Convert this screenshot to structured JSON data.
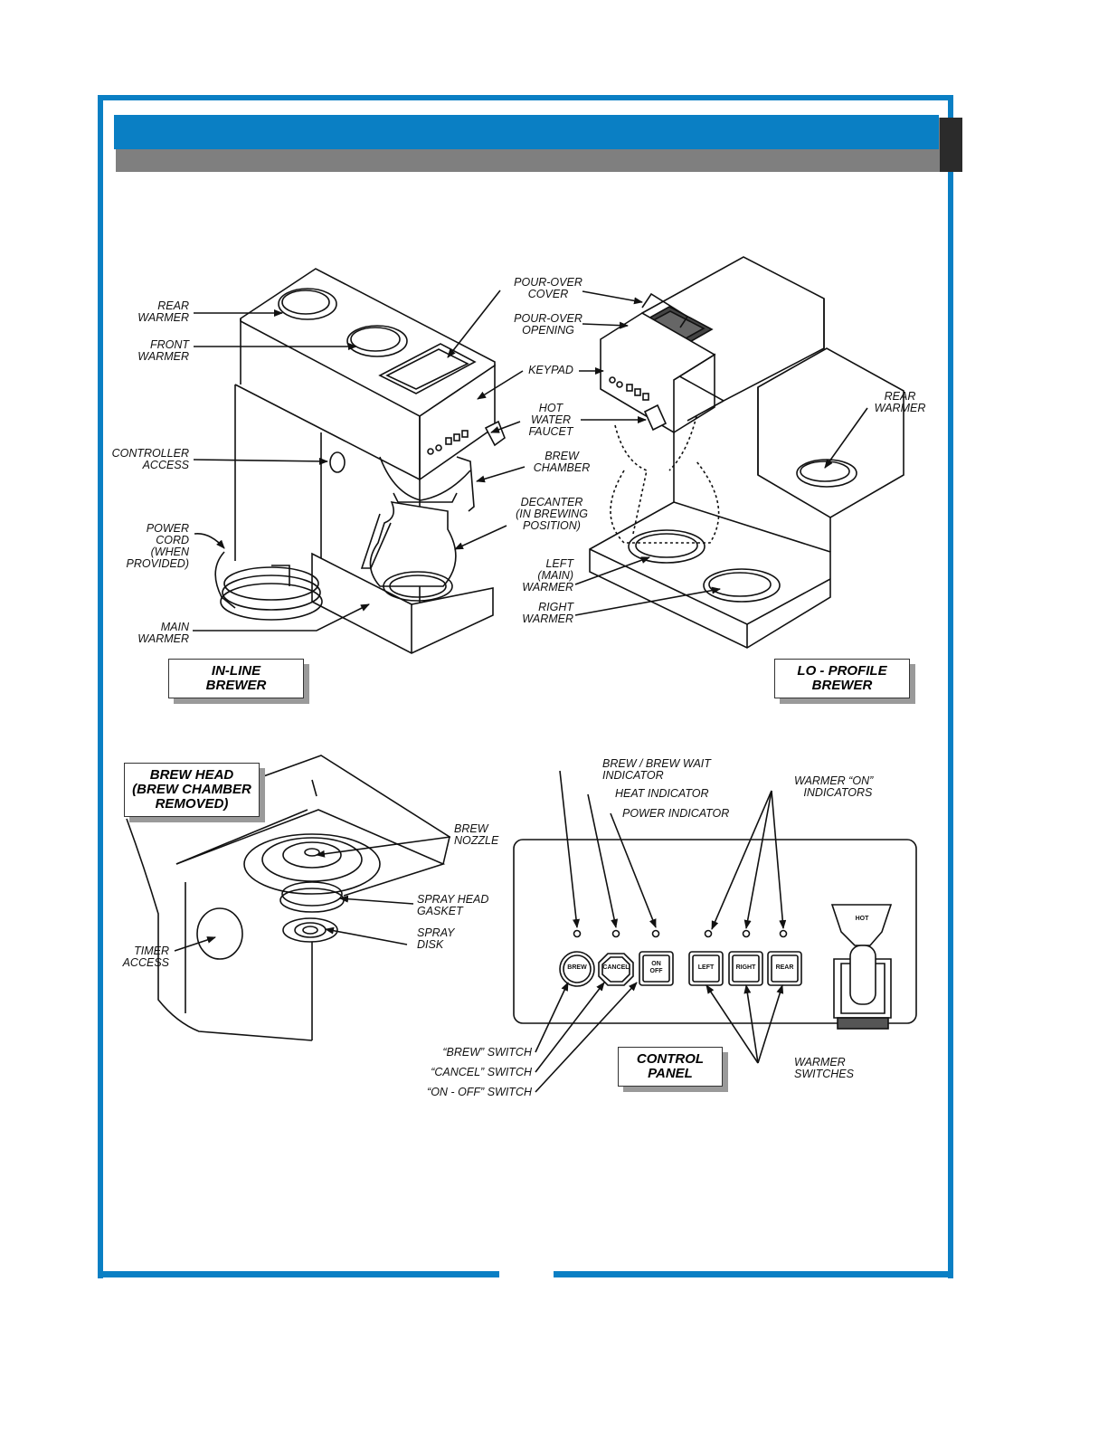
{
  "inline_labels": {
    "rear_warmer": "REAR\nWARMER",
    "front_warmer": "FRONT\nWARMER",
    "controller_access": "CONTROLLER\nACCESS",
    "power_cord": "POWER\nCORD\n(WHEN\nPROVIDED)",
    "main_warmer": "MAIN\nWARMER",
    "pour_over_cover": "POUR-OVER\nCOVER",
    "pour_over_opening": "POUR-OVER\nOPENING",
    "keypad": "KEYPAD",
    "hot_water_faucet": "HOT\nWATER\nFAUCET",
    "brew_chamber": "BREW\nCHAMBER",
    "decanter": "DECANTER\n(IN BREWING\nPOSITION)"
  },
  "loprofile_labels": {
    "rear_warmer": "REAR\nWARMER",
    "left_warmer": "LEFT\n(MAIN)\nWARMER",
    "right_warmer": "RIGHT\nWARMER"
  },
  "boxes": {
    "inline": "IN-LINE\nBREWER",
    "loprofile": "LO - PROFILE\nBREWER",
    "brew_head": "BREW HEAD\n(BREW CHAMBER\nREMOVED)",
    "control_panel": "CONTROL\nPANEL"
  },
  "brewhead_labels": {
    "brew_nozzle": "BREW\nNOZZLE",
    "spray_head_gasket": "SPRAY HEAD\nGASKET",
    "spray_disk": "SPRAY\nDISK",
    "timer_access": "TIMER\nACCESS"
  },
  "panel_labels": {
    "brew_indicator": "BREW / BREW WAIT\nINDICATOR",
    "heat_indicator": "HEAT INDICATOR",
    "power_indicator": "POWER INDICATOR",
    "warmer_on": "WARMER “ON”\n   INDICATORS",
    "brew_switch": "“BREW” SWITCH",
    "cancel_switch": "“CANCEL” SWITCH",
    "onoff_switch": "“ON - OFF” SWITCH",
    "warmer_switches": "WARMER\nSWITCHES"
  },
  "panel_buttons": {
    "brew": "BREW",
    "cancel": "CANCEL",
    "onoff": "ON\nOFF",
    "left": "LEFT",
    "right": "RIGHT",
    "rear": "REAR",
    "hot": "HOT"
  },
  "colors": {
    "frame": "#0a7fc4",
    "shadow": "#7f7f7f"
  }
}
